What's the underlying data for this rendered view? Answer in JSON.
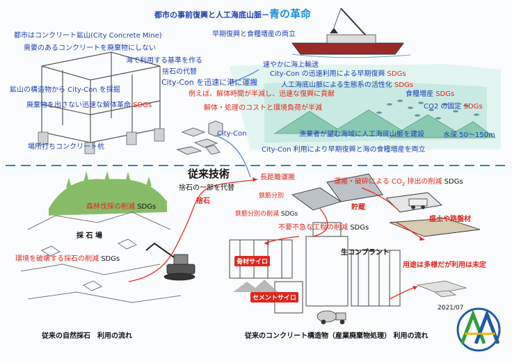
{
  "header": {
    "title_prefix": "都市の事前復興と人工海底山脈－",
    "title_highlight": "青の革命",
    "subtitle": "早期復興と食糧増産の両立"
  },
  "left_top": {
    "city_mine": "都市はコンクリート鉱山(City Concrete Mine)",
    "no_waste": "需要のあるコンクリートを廃棄物にしない",
    "sea_standard": "海で利用する基準を作る",
    "stone_substitute": "捨石の代替",
    "mine_structure": "鉱山の構造物から City-Con を採掘",
    "quick_demolition_a": "廃棄物を出さない迅速な解体革命 ",
    "quick_demolition_b": "SDGs",
    "piles": "場所打ちコンクリート杭",
    "citycon_label": "City-Con"
  },
  "right_top": {
    "sea_transport": "速やかに海上輸送",
    "port_transport": "City-Con を迅速に港に運搬",
    "early_recovery_a": "City-Con の迅速利用による早期復興 ",
    "early_recovery_b": "SDGs",
    "ecosystem_a": "人工海底山脈による生態系の活性化 ",
    "ecosystem_b": "SDGs",
    "time_halved": "例えば、解体時間が半減し、迅速な復興に貢献",
    "cost_halved": "解体・処理のコストと環境負荷が半減",
    "food_a": "食糧増産 ",
    "food_b": "SDGs",
    "co2_a": "CO2 の固定 ",
    "co2_b": "SDGs",
    "fishermen": "漁業者が望む海域に人工海底山脈を建設",
    "depth": "水深 50～150m",
    "dual": "City-Con 利用により早期復興と海の食糧増産を両立"
  },
  "bottom": {
    "conventional": "従来技術",
    "stone_partial": "捨石の一部を代替",
    "long_transport": "長距離運搬",
    "rebar_sep_short": "鉄筋分別",
    "stone_label": "捨石",
    "forest_a": "森林伐採の削減 ",
    "forest_b": "SDGs",
    "rebar_sep_a": "鉄筋分別の削減 ",
    "rebar_sep_b": "SDGs",
    "co2_transport_a": "運搬・破砕による CO",
    "co2_transport_sub": "2",
    "co2_transport_b": " 排出の削減 ",
    "co2_transport_c": "SDGs",
    "storage": "貯蔵",
    "roadbed": "盛土や路盤材",
    "unnecessary_a": "不要不急な工程の削減 ",
    "unnecessary_b": "SDGs",
    "quarry": "採 石 場",
    "env_quarry_a": "環境を破壊する採石の削減 ",
    "env_quarry_b": "SDGs",
    "aggregate_silo": "骨材サイロ",
    "concrete_plant": "生コンプラント",
    "use_undetermined": "用途は多様だが利用は未定",
    "cement_silo": "セメントサイロ",
    "date": "2021/07",
    "caption_natural": "従来の自然採石　利用の流れ",
    "caption_concrete": "従来のコンクリート構造物（産業廃棄物処理） 利用の流れ"
  },
  "colors": {
    "blue_text": "#1d3fb8",
    "red_text": "#e0261e",
    "sea_green": "#8fd0c0",
    "divider_blue": "#2a84c9"
  }
}
